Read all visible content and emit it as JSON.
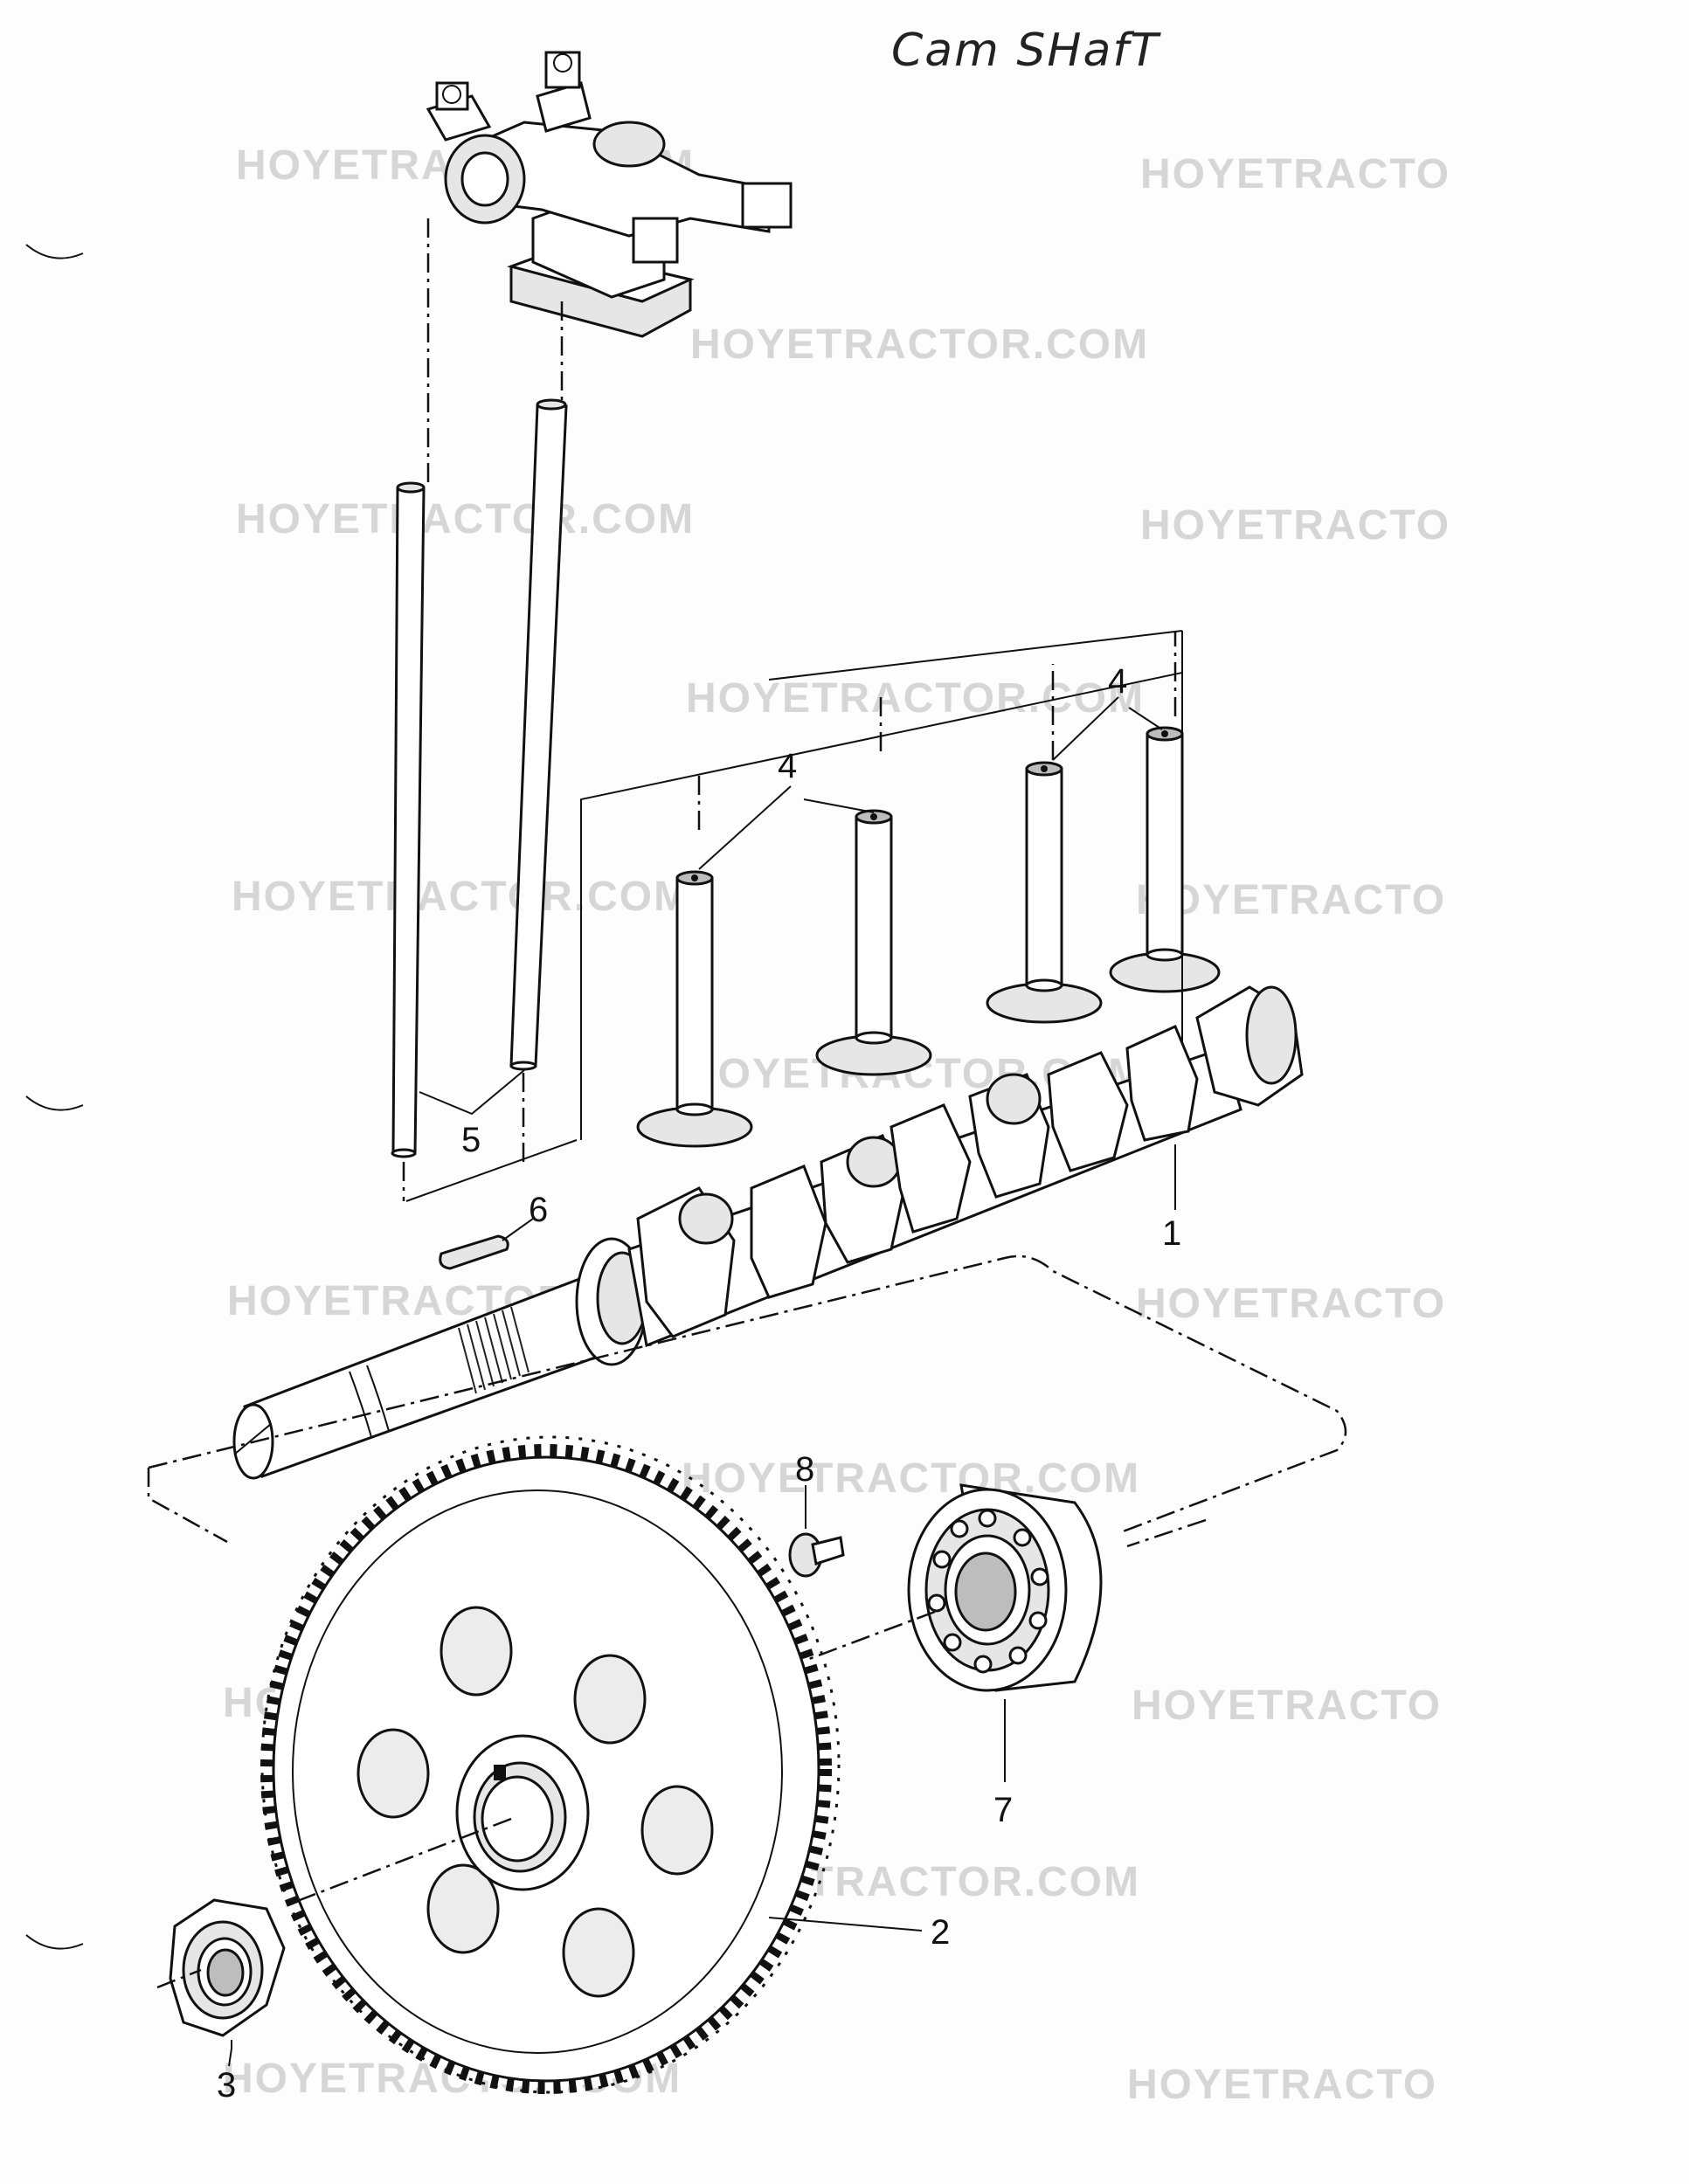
{
  "title": "Cam SHafT",
  "watermark": "HOYETRACTOR.COM",
  "watermark_cut": "HOYETRACTO",
  "callouts": {
    "camshaft": "1",
    "gear": "2",
    "nut": "3",
    "tappets_left": "4",
    "tappets_right": "4",
    "push_rods": "5",
    "key": "6",
    "bearing": "7",
    "screw": "8"
  }
}
